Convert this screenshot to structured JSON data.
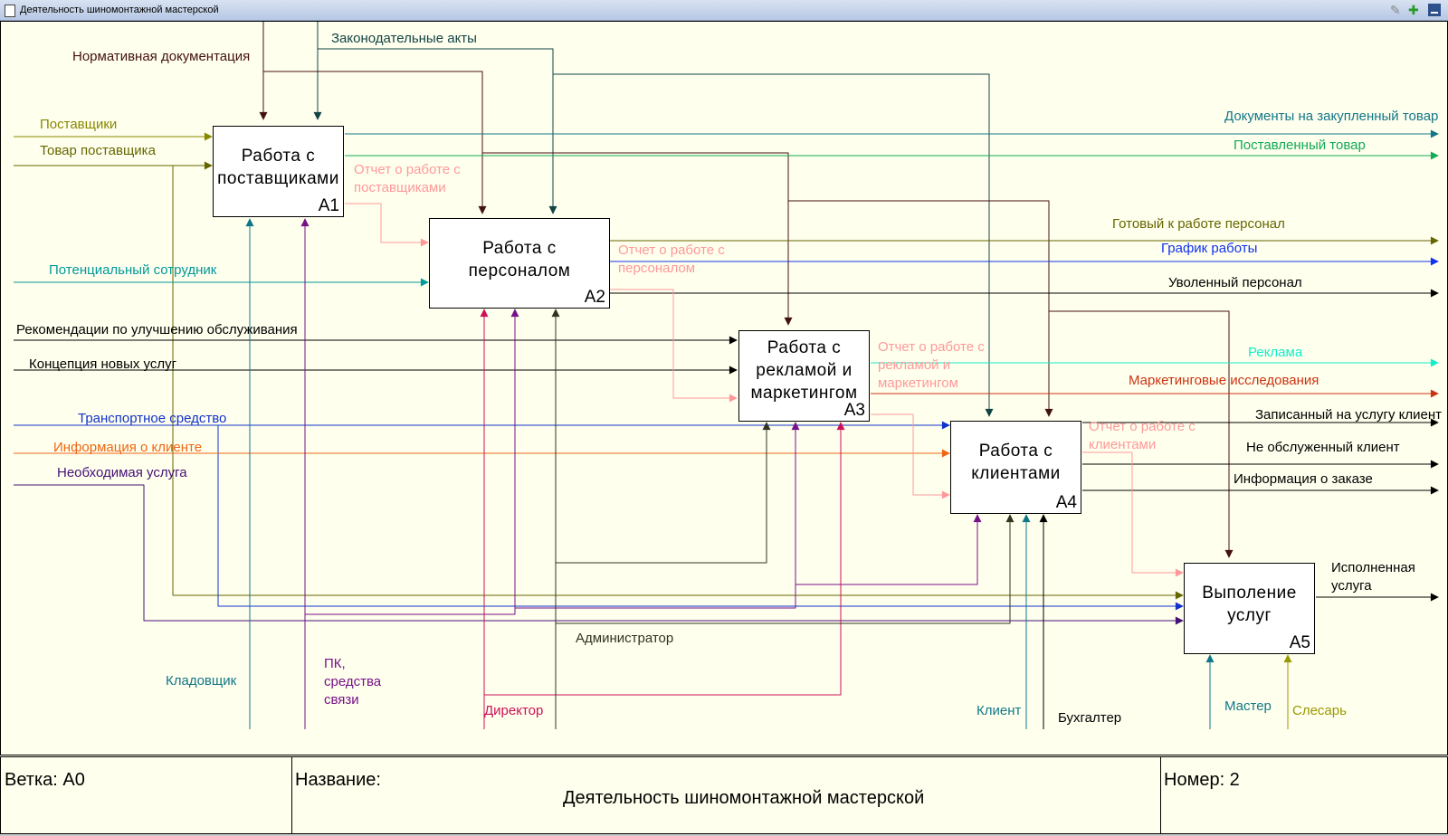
{
  "window": {
    "title": "Деятельность шиномонтажной мастерской"
  },
  "boxes": [
    {
      "id": "A1",
      "lines": [
        "Работа с",
        "поставщиками"
      ],
      "num": "A1"
    },
    {
      "id": "A2",
      "lines": [
        "Работа с",
        "персоналом"
      ],
      "num": "A2"
    },
    {
      "id": "A3",
      "lines": [
        "Работа с",
        "рекламой и",
        "маркетингом"
      ],
      "num": "A3"
    },
    {
      "id": "A4",
      "lines": [
        "Работа с",
        "клиентами"
      ],
      "num": "A4"
    },
    {
      "id": "A5",
      "lines": [
        "Выполение",
        "услуг"
      ],
      "num": "A5"
    }
  ],
  "arrows": [
    {
      "label": "Законодательные акты",
      "color": "#114444"
    },
    {
      "label": "Нормативная документация",
      "color": "#441111"
    },
    {
      "label": "Поставщики",
      "color": "#888800"
    },
    {
      "label": "Товар поставщика",
      "color": "#666600"
    },
    {
      "label": "Потенциальный сотрудник",
      "color": "#009999"
    },
    {
      "label": "Рекомендации по улучшению обслуживания",
      "color": "#000000"
    },
    {
      "label": "Концепция новых услуг",
      "color": "#000000"
    },
    {
      "label": "Транспортное средство",
      "color": "#1133cc"
    },
    {
      "label": "Информация о клиенте",
      "color": "#ee6611"
    },
    {
      "label": "Необходимая услуга",
      "color": "#441177"
    },
    {
      "label": "Документы на закупленный товар",
      "color": "#117788"
    },
    {
      "label": "Поставленный товар",
      "color": "#11aa55"
    },
    {
      "label": "Готовый к работе персонал",
      "color": "#666600"
    },
    {
      "label": "График работы",
      "color": "#1133ee"
    },
    {
      "label": "Уволенный персонал",
      "color": "#000000"
    },
    {
      "label": "Реклама",
      "color": "#11eecc"
    },
    {
      "label": "Маркетинговые исследования",
      "color": "#cc3311"
    },
    {
      "label": "Записанный на услугу клиент",
      "color": "#000000"
    },
    {
      "label": "Не обслуженный клиент",
      "color": "#000000"
    },
    {
      "label": "Информация о заказе",
      "color": "#000000"
    },
    {
      "label": "Исполненная\nуслуга",
      "color": "#000000"
    },
    {
      "label": "Отчет о работе с\nпоставщиками",
      "color": "#ff9999"
    },
    {
      "label": "Отчет о работе с\nперсоналом",
      "color": "#ff9999"
    },
    {
      "label": "Отчет о работе с\nрекламой и\nмаркетингом",
      "color": "#ff9999"
    },
    {
      "label": "Отчет о работе с\nклиентами",
      "color": "#ff9999"
    },
    {
      "label": "Кладовщик",
      "color": "#117788"
    },
    {
      "label": "ПК,\nсредства\nсвязи",
      "color": "#771188"
    },
    {
      "label": "Директор",
      "color": "#cc1155"
    },
    {
      "label": "Администратор",
      "color": "#333322"
    },
    {
      "label": "Клиент",
      "color": "#117788"
    },
    {
      "label": "Бухгалтер",
      "color": "#000000"
    },
    {
      "label": "Мастер",
      "color": "#117788"
    },
    {
      "label": "Слесарь",
      "color": "#999900"
    }
  ],
  "footer": {
    "branch_label": "Ветка: A0",
    "name_label": "Название:",
    "name_value": "Деятельность шиномонтажной мастерской",
    "number_label": "Номер: 2"
  }
}
